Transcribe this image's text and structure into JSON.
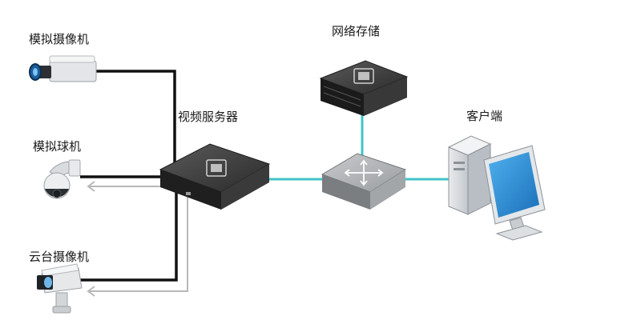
{
  "labels": {
    "analog_camera": "模拟摄像机",
    "analog_dome": "模拟球机",
    "ptz_camera": "云台摄像机",
    "video_server": "视频服务器",
    "network_storage": "网络存储",
    "client": "客户端"
  },
  "colors": {
    "video_line": "#111111",
    "control_line": "#b8b8b8",
    "network_line": "#3fc4c9",
    "device_dark": "#2f2f2f",
    "switch_gray": "#8f9295",
    "monitor_screen": "#2a8fd8"
  }
}
